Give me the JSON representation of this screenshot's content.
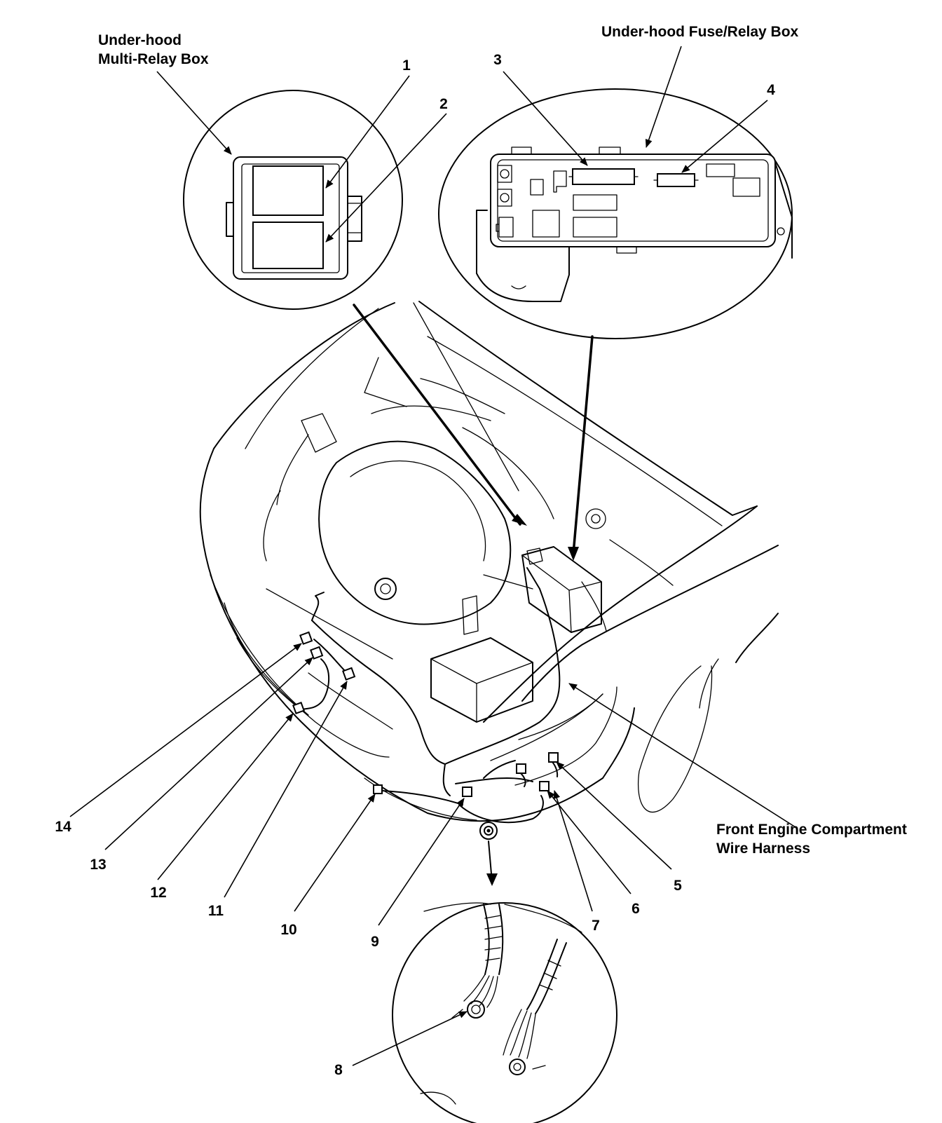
{
  "labels": {
    "multi_relay_box": [
      "Under-hood",
      "Multi-Relay Box"
    ],
    "fuse_relay_box": "Under-hood Fuse/Relay Box",
    "front_harness": [
      "Front Engine Compartment",
      "Wire Harness"
    ]
  },
  "callouts": [
    "1",
    "2",
    "3",
    "4",
    "5",
    "6",
    "7",
    "8",
    "9",
    "10",
    "11",
    "12",
    "13",
    "14"
  ],
  "icons": {
    "multi_relay_box": "relay-box-icon",
    "fuse_relay_box": "fuse-box-icon",
    "ground_terminal": "ground-terminal-icon",
    "connector": "connector-icon"
  }
}
